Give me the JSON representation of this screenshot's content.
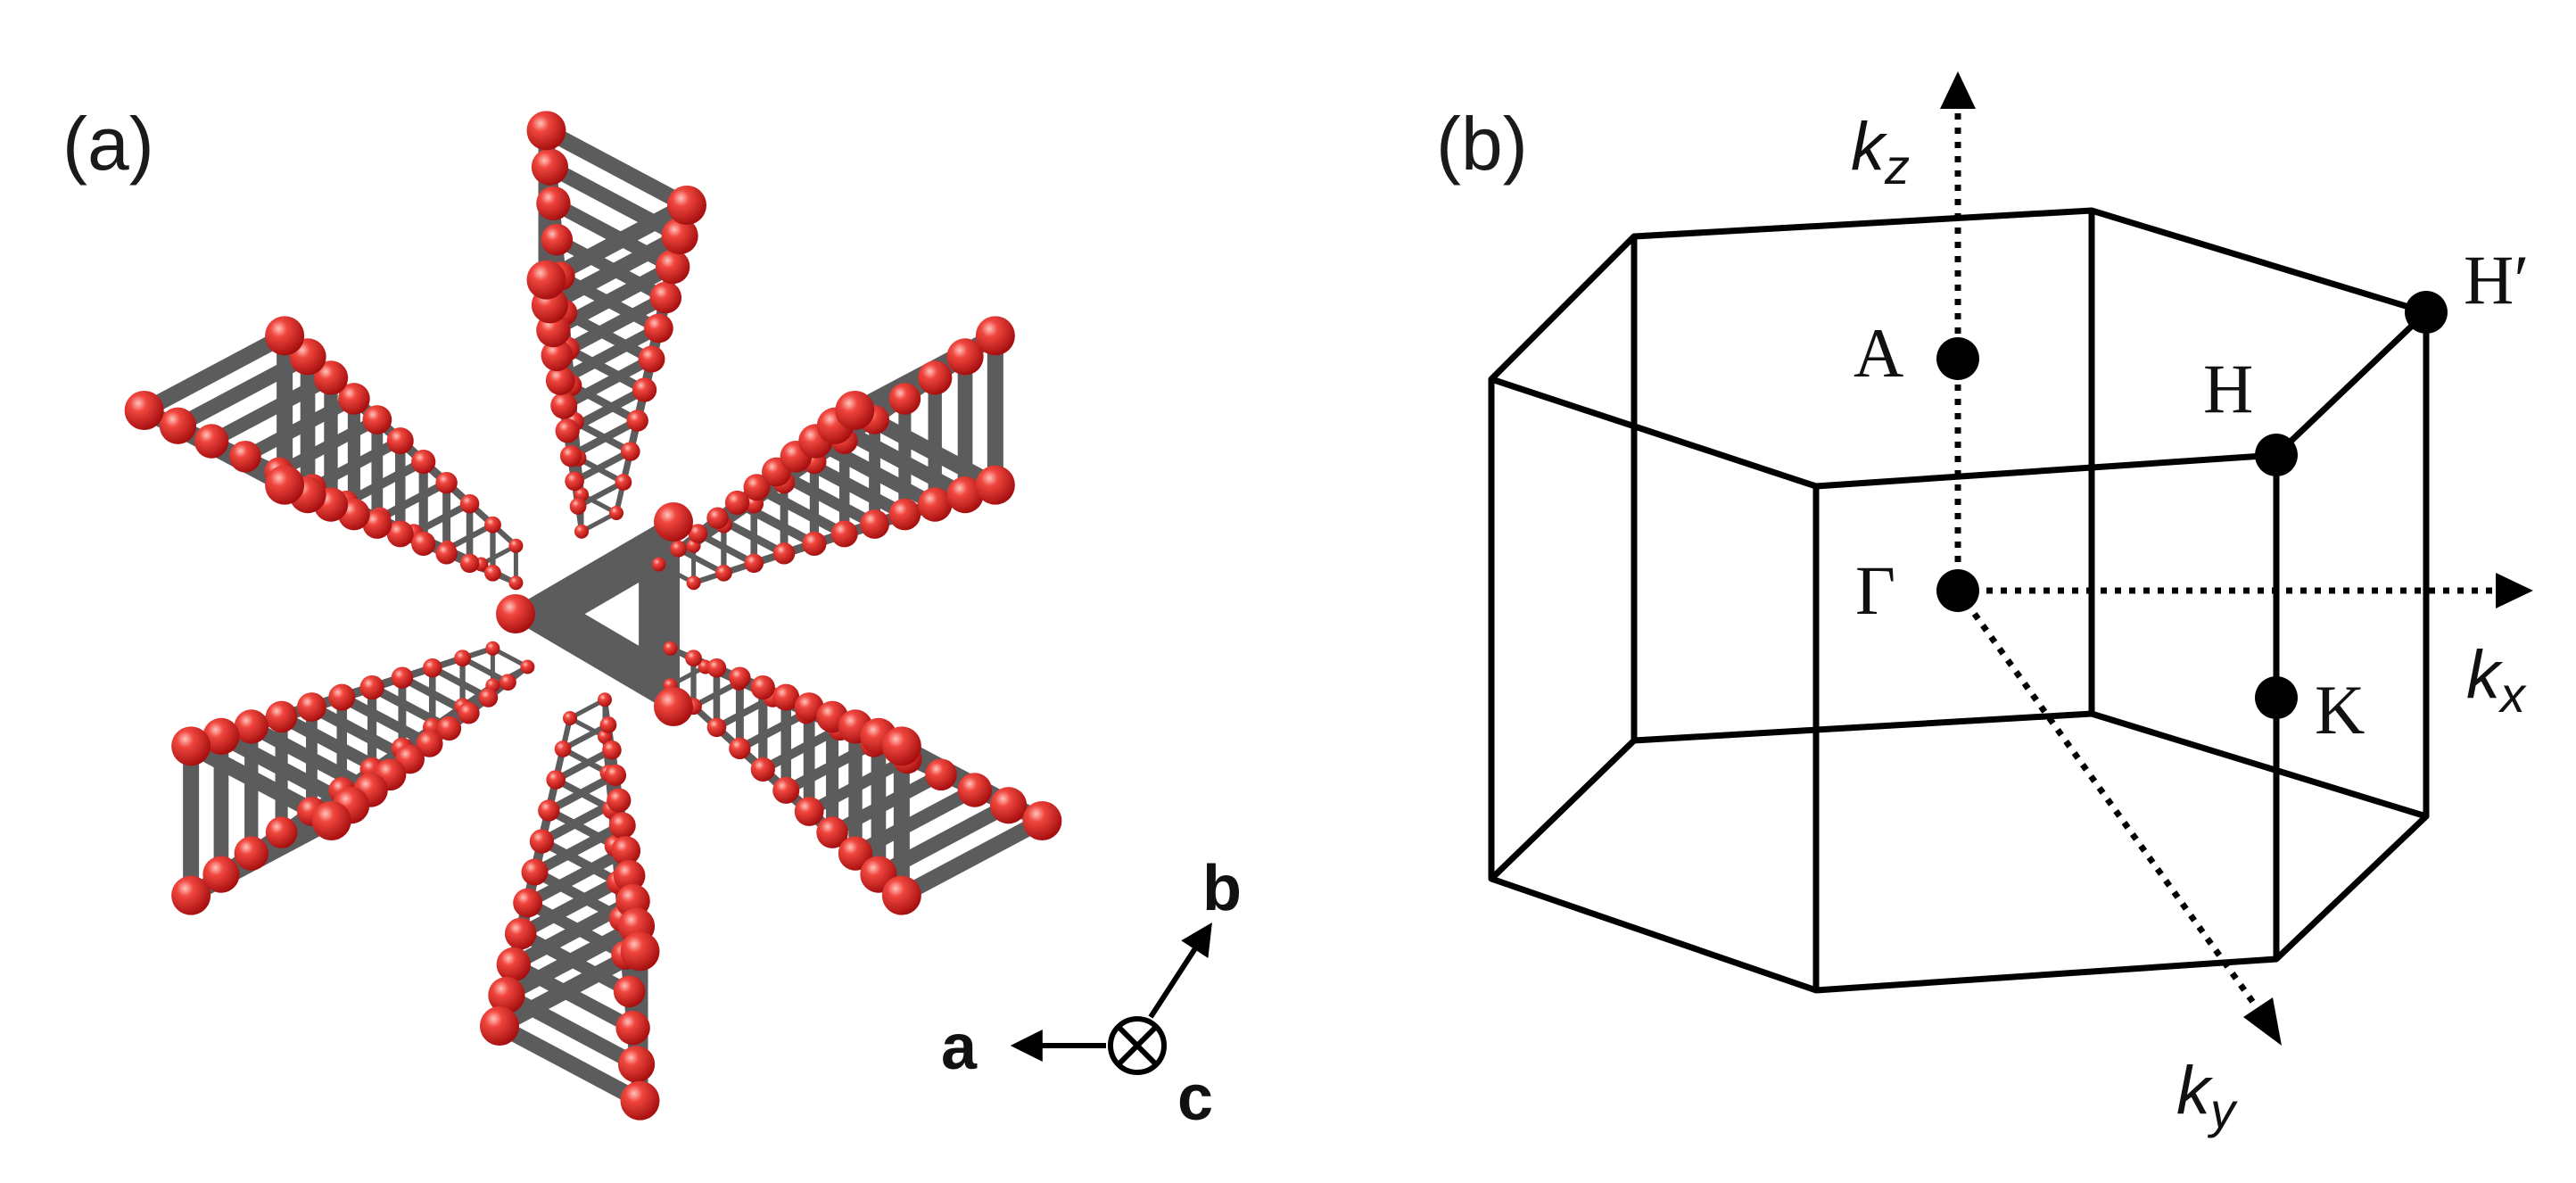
{
  "panels": {
    "a": {
      "label": "(a)"
    },
    "b": {
      "label": "(b)"
    }
  },
  "lattice_axes": {
    "a": "a",
    "b": "b",
    "c": "c"
  },
  "k_axes": {
    "kz": {
      "main": "k",
      "sub": "z"
    },
    "kx": {
      "main": "k",
      "sub": "x"
    },
    "ky": {
      "main": "k",
      "sub": "y"
    }
  },
  "points": {
    "A": "A",
    "H": "H",
    "H_prime": "H′",
    "Gamma": "Γ",
    "K": "K"
  },
  "colors": {
    "atom": "#e8312f",
    "atom_highlight": "#ffb0a8",
    "bond": "#5a5a5a",
    "line": "#000000"
  }
}
